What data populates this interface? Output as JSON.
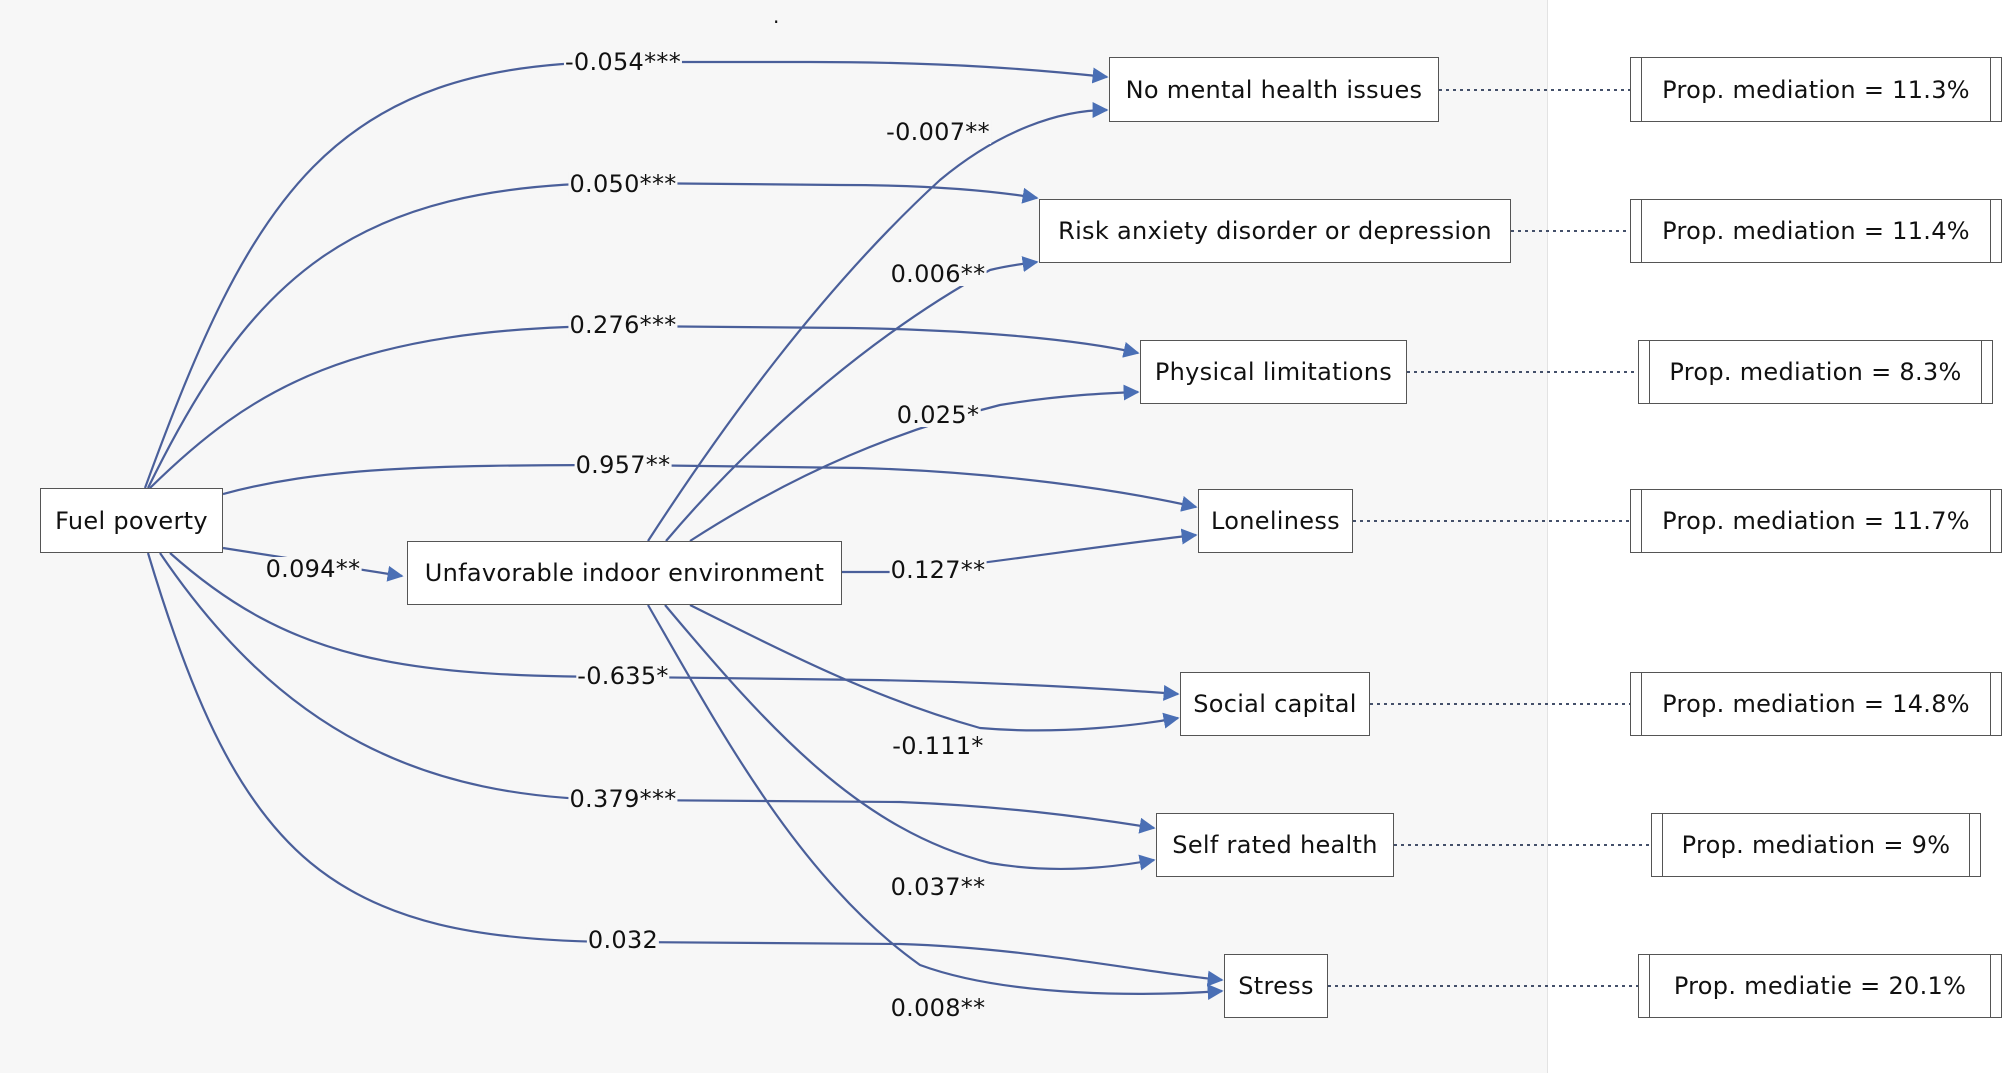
{
  "nodes": {
    "fuel_poverty": "Fuel poverty",
    "indoor": "Unfavorable indoor environment",
    "no_mental": "No mental health issues",
    "anxiety": "Risk anxiety disorder or depression",
    "physical": "Physical limitations",
    "loneliness": "Loneliness",
    "social": "Social capital",
    "self_rated": "Self rated health",
    "stress": "Stress"
  },
  "mediation": {
    "no_mental": "Prop. mediation = 11.3%",
    "anxiety": "Prop. mediation = 11.4%",
    "physical": "Prop. mediation = 8.3%",
    "loneliness": "Prop. mediation = 11.7%",
    "social": "Prop. mediation = 14.8%",
    "self_rated": "Prop. mediation = 9%",
    "stress": "Prop. mediatie = 20.1%"
  },
  "coefficients": {
    "fp_indoor": "0.094**",
    "fp_no_mental": "-0.054***",
    "fp_anxiety": "0.050***",
    "fp_physical": "0.276***",
    "fp_loneliness": "0.957**",
    "fp_social": "-0.635*",
    "fp_self_rated": "0.379***",
    "fp_stress": "0.032",
    "ie_no_mental": "-0.007**",
    "ie_anxiety": "0.006**",
    "ie_physical": "0.025*",
    "ie_loneliness": "0.127**",
    "ie_social": "-0.111*",
    "ie_self_rated": "0.037**",
    "ie_stress": "0.008**"
  },
  "mark": "·",
  "colors": {
    "edge": "#4a5f9a",
    "arrow": "#4a6fb5",
    "dotted": "#44506a",
    "panel": "#f7f7f7"
  }
}
